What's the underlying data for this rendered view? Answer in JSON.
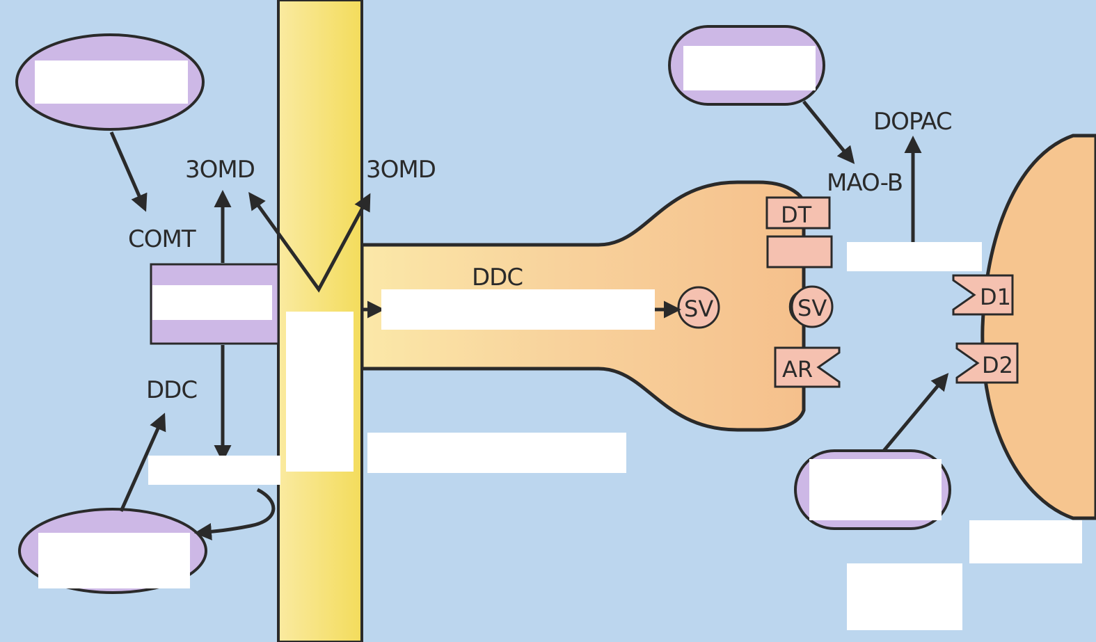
{
  "colors": {
    "background": "#bcd6ee",
    "barrier": "#f6e27a",
    "neuron": "#f6c58f",
    "neuron_light": "#fbe6a6",
    "enzyme_oval": "#cdb8e6",
    "receptor_box": "#f5c1b0",
    "mask": "#ffffff",
    "outline": "#2a2a2a"
  },
  "labels": {
    "omd_left": "3OMD",
    "omd_right": "3OMD",
    "comt": "COMT",
    "ddc_left": "DDC",
    "ddc_axon": "DDC",
    "dopac": "DOPAC",
    "mao_b": "MAO-B",
    "dt": "DT",
    "sv_inside": "SV",
    "sv_release": "SV",
    "ar": "AR",
    "d1": "D1",
    "d2": "D2"
  }
}
